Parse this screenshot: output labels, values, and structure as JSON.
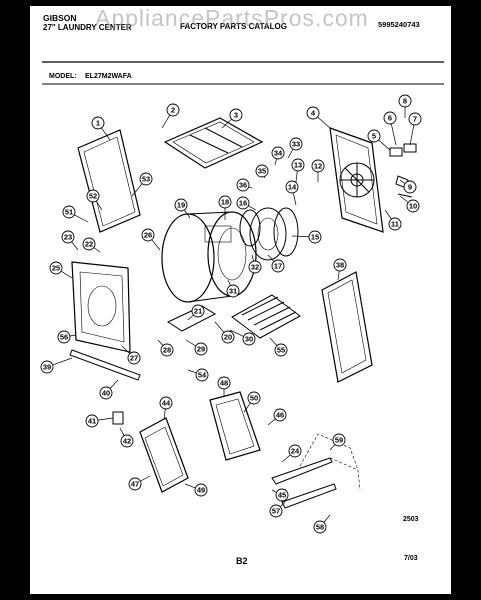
{
  "header": {
    "brand": "GIBSON",
    "product": "27\" LAUNDRY CENTER",
    "title": "FACTORY PARTS CATALOG",
    "part_number": "5995240743",
    "model_label": "MODEL:",
    "model": "EL27M2WAFA"
  },
  "watermark": "AppliancePartsPros.com",
  "footer": {
    "figure_code": "2503",
    "page": "B2",
    "date": "7/03"
  },
  "callouts": [
    "1",
    "2",
    "3",
    "4",
    "5",
    "6",
    "7",
    "8",
    "9",
    "10",
    "11",
    "12",
    "13",
    "14",
    "15",
    "16",
    "17",
    "18",
    "19",
    "20",
    "21",
    "22",
    "23",
    "24",
    "25",
    "26",
    "27",
    "28",
    "29",
    "30",
    "31",
    "32",
    "33",
    "34",
    "35",
    "36",
    "38",
    "39",
    "40",
    "41",
    "42",
    "44",
    "45",
    "46",
    "47",
    "48",
    "49",
    "50",
    "51",
    "52",
    "53",
    "54",
    "55",
    "56",
    "57",
    "58",
    "59"
  ],
  "colors": {
    "ink": "#000000",
    "paper": "#ffffff",
    "border": "#000000"
  }
}
